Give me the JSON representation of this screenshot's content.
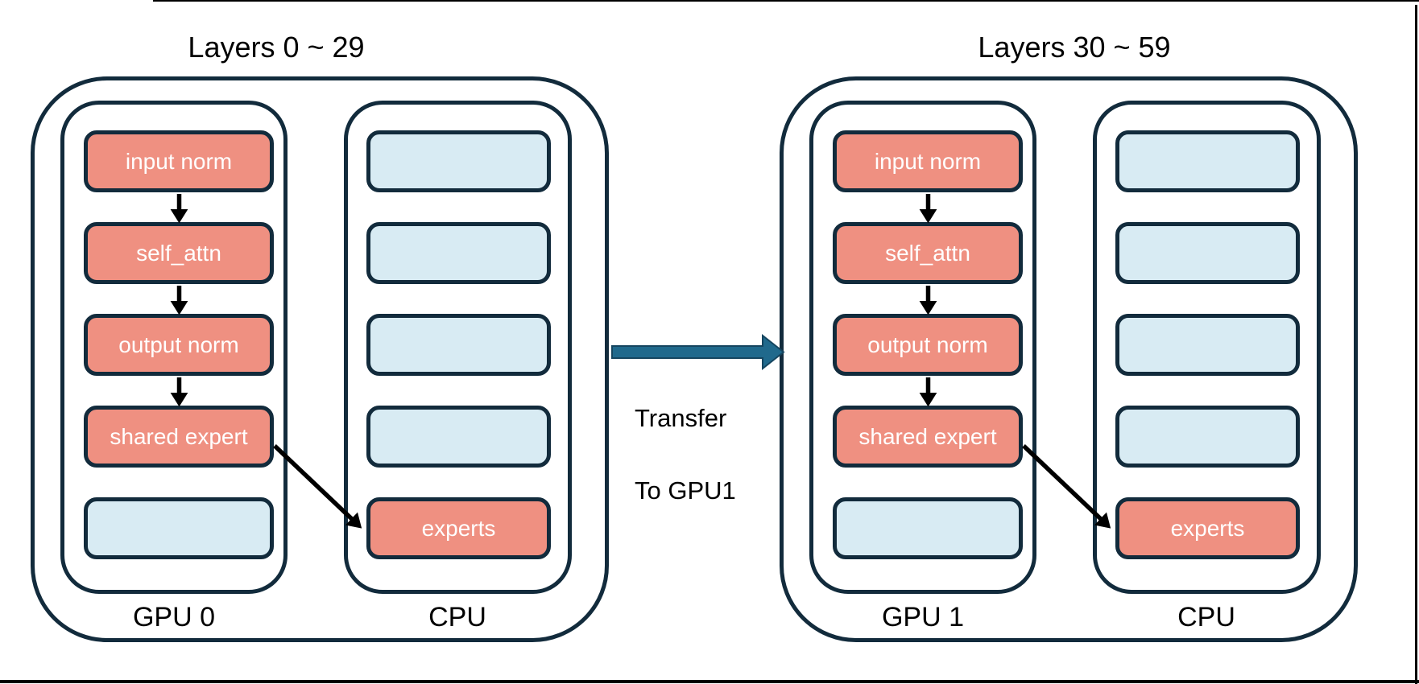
{
  "page": {
    "background": "#FFFFFF"
  },
  "colors": {
    "outline": "#122B3C",
    "gpu_block_fill": "#EF9081",
    "cpu_block_fill": "#D8EBF3",
    "transfer_arrow_fill": "#20698C",
    "flow_arrow": "#000000",
    "text_dark": "#000000",
    "text_light": "#FFFFFF"
  },
  "groups": [
    {
      "title": "Layers 0 ~ 29",
      "gpu": {
        "label": "GPU 0",
        "boxes": [
          {
            "label": "input norm"
          },
          {
            "label": "self_attn"
          },
          {
            "label": "output norm"
          },
          {
            "label": "shared expert"
          },
          {
            "label": ""
          }
        ]
      },
      "cpu": {
        "label": "CPU",
        "boxes": [
          {
            "label": ""
          },
          {
            "label": ""
          },
          {
            "label": ""
          },
          {
            "label": ""
          },
          {
            "label": "experts"
          }
        ]
      }
    },
    {
      "title": "Layers 30 ~ 59",
      "gpu": {
        "label": "GPU 1",
        "boxes": [
          {
            "label": "input norm"
          },
          {
            "label": "self_attn"
          },
          {
            "label": "output norm"
          },
          {
            "label": "shared expert"
          },
          {
            "label": ""
          }
        ]
      },
      "cpu": {
        "label": "CPU",
        "boxes": [
          {
            "label": ""
          },
          {
            "label": ""
          },
          {
            "label": ""
          },
          {
            "label": ""
          },
          {
            "label": "experts"
          }
        ]
      }
    }
  ],
  "transfer": {
    "line1": "Transfer",
    "line2": "To GPU1"
  }
}
